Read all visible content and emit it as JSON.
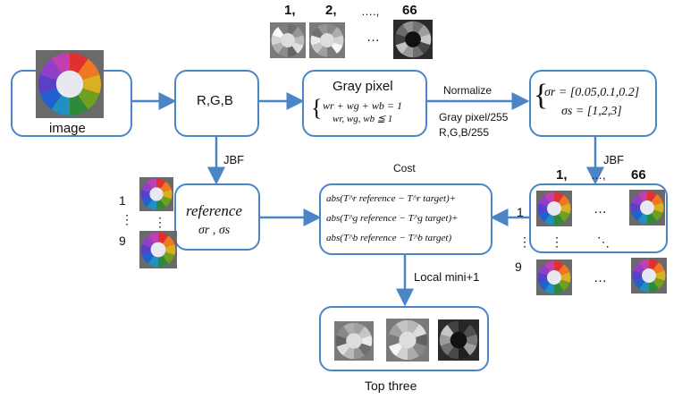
{
  "image_box": {
    "label": "image"
  },
  "rgb_box": {
    "label": "R,G,B"
  },
  "gray_box": {
    "title": "Gray pixel",
    "eq1": "wr + wg + wb = 1",
    "eq2": "wr, wg, wb ≦ 1"
  },
  "sigma_box": {
    "sr": "σr = [0.05,0.1,0.2]",
    "ss": "σs = [1,2,3]"
  },
  "ref_box": {
    "line1": "reference",
    "line2": "σr , σs"
  },
  "cost_box": {
    "title": "Cost",
    "l1": "abs(T^r reference − T^r target)+",
    "l2": "abs(T^g reference − T^g target)+",
    "l3": "abs(T^b reference − T^b target)"
  },
  "top_box": {
    "label": "Top three"
  },
  "edges": {
    "normalize": "Normalize",
    "gray_norm": "Gray pixel/255",
    "rgb_norm": "R,G,B/255",
    "jbf_left": "JBF",
    "jbf_right": "JBF",
    "local_min": "Local mini+1"
  },
  "top_gray": {
    "n1": "1,",
    "n2": "2,",
    "dots": "….,",
    "n66": "66",
    "mid": "…"
  },
  "ref_index": {
    "n1": "1",
    "dots": "⋮",
    "n9": "9",
    "vdots": "⋮"
  },
  "grid": {
    "c1": "1,",
    "cdots": "…,",
    "c66": "66",
    "r1": "1",
    "rdots": "⋮",
    "r9": "9",
    "mid_h": "…",
    "mid_v": "⋮",
    "diag": "⋱",
    "bot_h": "…"
  }
}
